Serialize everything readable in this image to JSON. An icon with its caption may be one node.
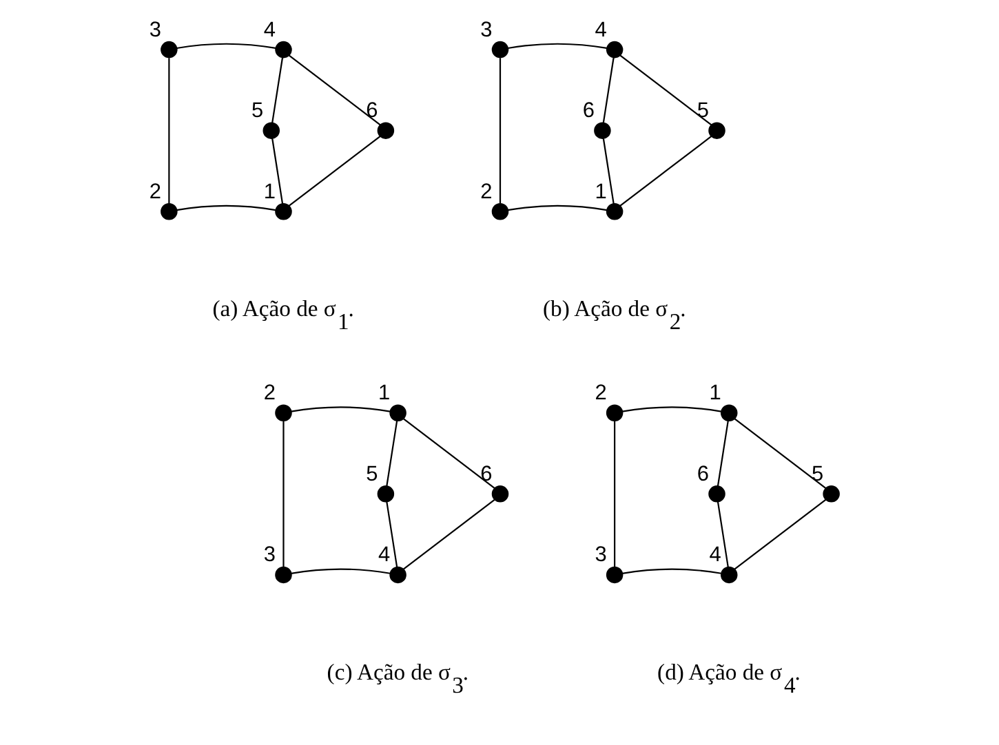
{
  "diagram": {
    "nodes": [
      {
        "text": [],
        "shape": "circle",
        "beside": [
          "3"
        ]
      },
      {
        "text": [],
        "shape": "circle",
        "beside": [
          "4"
        ]
      },
      {
        "text": [],
        "shape": "circle",
        "beside": [
          "5"
        ]
      },
      {
        "text": [],
        "shape": "circle",
        "beside": [
          "6"
        ]
      },
      {
        "text": [],
        "shape": "circle",
        "beside": [
          "2"
        ]
      },
      {
        "text": [],
        "shape": "circle",
        "beside": [
          "1"
        ]
      },
      {
        "text": [],
        "shape": "circle",
        "beside": [
          "3"
        ]
      },
      {
        "text": [],
        "shape": "circle",
        "beside": [
          "4"
        ]
      },
      {
        "text": [],
        "shape": "circle",
        "beside": [
          "6"
        ]
      },
      {
        "text": [],
        "shape": "circle",
        "beside": [
          "5"
        ]
      },
      {
        "text": [],
        "shape": "circle",
        "beside": [
          "2"
        ]
      },
      {
        "text": [],
        "shape": "circle",
        "beside": [
          "1"
        ]
      },
      {
        "text": [],
        "shape": "circle",
        "beside": [
          "2"
        ]
      },
      {
        "text": [],
        "shape": "circle",
        "beside": [
          "1"
        ]
      },
      {
        "text": [],
        "shape": "circle",
        "beside": [
          "5"
        ]
      },
      {
        "text": [],
        "shape": "circle",
        "beside": [
          "6"
        ]
      },
      {
        "text": [],
        "shape": "circle",
        "beside": [
          "3"
        ]
      },
      {
        "text": [],
        "shape": "circle",
        "beside": [
          "4"
        ]
      },
      {
        "text": [],
        "shape": "circle",
        "beside": [
          "2"
        ]
      },
      {
        "text": [],
        "shape": "circle",
        "beside": [
          "1"
        ]
      },
      {
        "text": [],
        "shape": "circle",
        "beside": [
          "6"
        ]
      },
      {
        "text": [],
        "shape": "circle",
        "beside": [
          "5"
        ]
      },
      {
        "text": [],
        "shape": "circle",
        "beside": [
          "3"
        ]
      },
      {
        "text": [],
        "shape": "circle",
        "beside": [
          "4"
        ]
      }
    ],
    "edges": [
      {
        "from": 0,
        "to": 1,
        "arrow": "none"
      },
      {
        "from": 0,
        "to": 4,
        "arrow": "none"
      },
      {
        "from": 4,
        "to": 5,
        "arrow": "none"
      },
      {
        "from": 1,
        "to": 2,
        "arrow": "none"
      },
      {
        "from": 1,
        "to": 3,
        "arrow": "none"
      },
      {
        "from": 2,
        "to": 5,
        "arrow": "none"
      },
      {
        "from": 3,
        "to": 5,
        "arrow": "none"
      },
      {
        "from": 6,
        "to": 7,
        "arrow": "none"
      },
      {
        "from": 6,
        "to": 10,
        "arrow": "none"
      },
      {
        "from": 10,
        "to": 11,
        "arrow": "none"
      },
      {
        "from": 7,
        "to": 8,
        "arrow": "none"
      },
      {
        "from": 7,
        "to": 9,
        "arrow": "none"
      },
      {
        "from": 8,
        "to": 11,
        "arrow": "none"
      },
      {
        "from": 9,
        "to": 11,
        "arrow": "none"
      },
      {
        "from": 12,
        "to": 13,
        "arrow": "none"
      },
      {
        "from": 12,
        "to": 16,
        "arrow": "none"
      },
      {
        "from": 16,
        "to": 17,
        "arrow": "none"
      },
      {
        "from": 13,
        "to": 14,
        "arrow": "none"
      },
      {
        "from": 13,
        "to": 15,
        "arrow": "none"
      },
      {
        "from": 14,
        "to": 17,
        "arrow": "none"
      },
      {
        "from": 15,
        "to": 17,
        "arrow": "none"
      },
      {
        "from": 18,
        "to": 19,
        "arrow": "none"
      },
      {
        "from": 18,
        "to": 22,
        "arrow": "none"
      },
      {
        "from": 22,
        "to": 23,
        "arrow": "none"
      },
      {
        "from": 19,
        "to": 20,
        "arrow": "none"
      },
      {
        "from": 19,
        "to": 21,
        "arrow": "none"
      },
      {
        "from": 20,
        "to": 23,
        "arrow": "none"
      },
      {
        "from": 21,
        "to": 23,
        "arrow": "none"
      }
    ],
    "labels": [
      "(a) Ação de σ$_{1}$.",
      "(b) Ação de σ$_{2}$.",
      "(c) Ação de σ$_{3}$.",
      "(d) Ação de σ$_{4}$."
    ]
  }
}
